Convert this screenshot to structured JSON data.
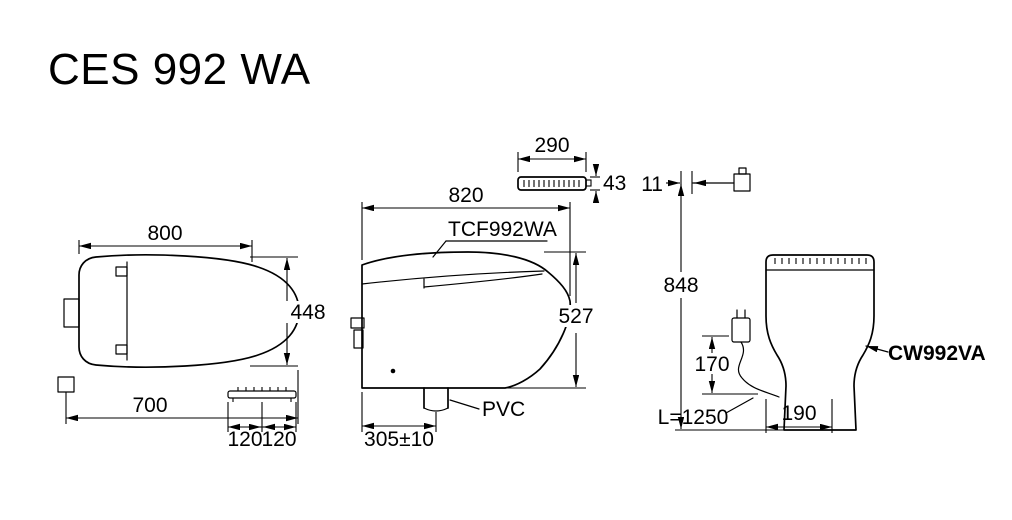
{
  "title": "CES 992 WA",
  "top_view": {
    "width": "800",
    "depth": "448",
    "length": "700",
    "seg_a": "120",
    "seg_b": "120"
  },
  "side_view": {
    "remote_width": "290",
    "remote_height": "43",
    "depth": "820",
    "seat_model": "TCF992WA",
    "height": "527",
    "pipe_label": "PVC",
    "drain_offset": "305±10"
  },
  "rear_view": {
    "supply_offset": "11",
    "total_height": "848",
    "outlet_height": "170",
    "cord_length": "L=1250",
    "base_width": "190",
    "bowl_model": "CW992VA"
  }
}
